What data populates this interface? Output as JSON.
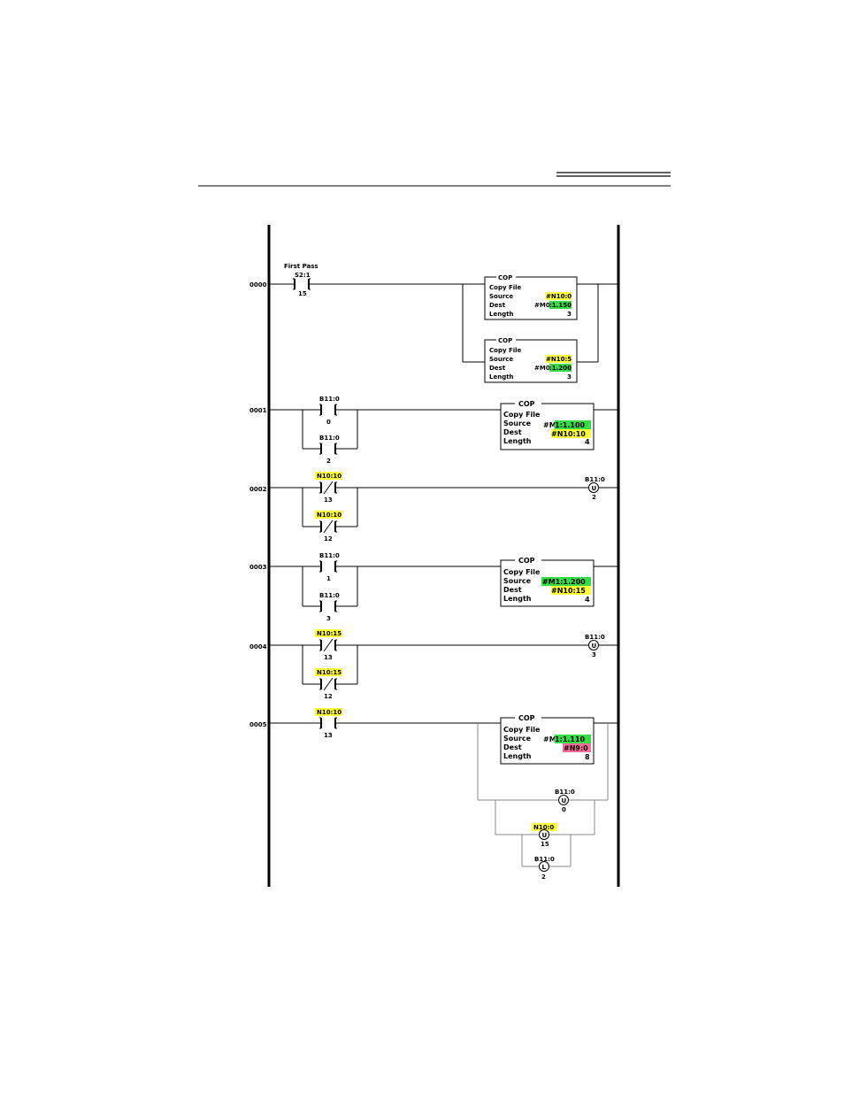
{
  "colors": {
    "yellow": "#ffff33",
    "green": "#33dd44",
    "pink": "#ff6b9a",
    "wire": "#000000",
    "branch_wire": "#888888"
  },
  "rungs": [
    {
      "number": "0000",
      "contacts": [
        {
          "type": "XIC",
          "symbol": "] [",
          "description": "First Pass",
          "address": "S2:1",
          "bit": "15"
        }
      ],
      "instructions": [
        {
          "name": "COP",
          "title": "Copy File",
          "rows": [
            {
              "label": "Source",
              "prefix": "",
              "value": "#N10:0",
              "highlight": "yellow"
            },
            {
              "label": "Dest",
              "prefix": "#M0",
              "value": ":1.150",
              "highlight": "green"
            },
            {
              "label": "Length",
              "prefix": "",
              "value": "3",
              "highlight": ""
            }
          ]
        },
        {
          "name": "COP",
          "title": "Copy File",
          "rows": [
            {
              "label": "Source",
              "prefix": "",
              "value": "#N10:5",
              "highlight": "yellow"
            },
            {
              "label": "Dest",
              "prefix": "#M0",
              "value": ":1.200",
              "highlight": "green"
            },
            {
              "label": "Length",
              "prefix": "",
              "value": "3",
              "highlight": ""
            }
          ]
        }
      ]
    },
    {
      "number": "0001",
      "contacts": [
        {
          "type": "XIC",
          "symbol": "] [",
          "address": "B11:0",
          "bit": "0"
        },
        {
          "type": "XIC",
          "symbol": "] [",
          "address": "B11:0",
          "bit": "2"
        }
      ],
      "instructions": [
        {
          "name": "COP",
          "title": "Copy File",
          "rows": [
            {
              "label": "Source",
              "prefix": "#M",
              "value": "1:1.100",
              "highlight": "green"
            },
            {
              "label": "Dest",
              "prefix": "",
              "value": "#N10:10",
              "highlight": "yellow"
            },
            {
              "label": "Length",
              "prefix": "",
              "value": "4",
              "highlight": ""
            }
          ]
        }
      ]
    },
    {
      "number": "0002",
      "contacts": [
        {
          "type": "XIO",
          "symbol": "]/[",
          "address": "N10:10",
          "bit": "13",
          "highlight": "yellow"
        },
        {
          "type": "XIO",
          "symbol": "]/[",
          "address": "N10:10",
          "bit": "12",
          "highlight": "yellow"
        }
      ],
      "outputs": [
        {
          "type": "OTU",
          "letter": "U",
          "address": "B11:0",
          "bit": "2"
        }
      ]
    },
    {
      "number": "0003",
      "contacts": [
        {
          "type": "XIC",
          "symbol": "] [",
          "address": "B11:0",
          "bit": "1"
        },
        {
          "type": "XIC",
          "symbol": "] [",
          "address": "B11:0",
          "bit": "3"
        }
      ],
      "instructions": [
        {
          "name": "COP",
          "title": "Copy File",
          "rows": [
            {
              "label": "Source",
              "prefix": "",
              "value": "#M1:1.200",
              "highlight": "green"
            },
            {
              "label": "Dest",
              "prefix": "",
              "value": "#N10:15",
              "highlight": "yellow"
            },
            {
              "label": "Length",
              "prefix": "",
              "value": "4",
              "highlight": ""
            }
          ]
        }
      ]
    },
    {
      "number": "0004",
      "contacts": [
        {
          "type": "XIO",
          "symbol": "]/[",
          "address": "N10:15",
          "bit": "13",
          "highlight": "yellow"
        },
        {
          "type": "XIO",
          "symbol": "]/[",
          "address": "N10:15",
          "bit": "12",
          "highlight": "yellow"
        }
      ],
      "outputs": [
        {
          "type": "OTU",
          "letter": "U",
          "address": "B11:0",
          "bit": "3"
        }
      ]
    },
    {
      "number": "0005",
      "contacts": [
        {
          "type": "XIC",
          "symbol": "] [",
          "address": "N10:10",
          "bit": "13",
          "highlight": "yellow"
        }
      ],
      "instructions": [
        {
          "name": "COP",
          "title": "Copy File",
          "rows": [
            {
              "label": "Source",
              "prefix": "#M",
              "value": "1:1.110",
              "highlight": "green"
            },
            {
              "label": "Dest",
              "prefix": "",
              "value": "#N9:0",
              "highlight": "pink"
            },
            {
              "label": "Length",
              "prefix": "",
              "value": "8",
              "highlight": ""
            }
          ]
        }
      ],
      "outputs": [
        {
          "type": "OTU",
          "letter": "U",
          "address": "B11:0",
          "bit": "0",
          "highlight": ""
        },
        {
          "type": "OTU",
          "letter": "U",
          "address": "N10:0",
          "bit": "15",
          "highlight": "yellow"
        },
        {
          "type": "OTL",
          "letter": "L",
          "address": "B11:0",
          "bit": "2",
          "highlight": ""
        }
      ]
    }
  ]
}
